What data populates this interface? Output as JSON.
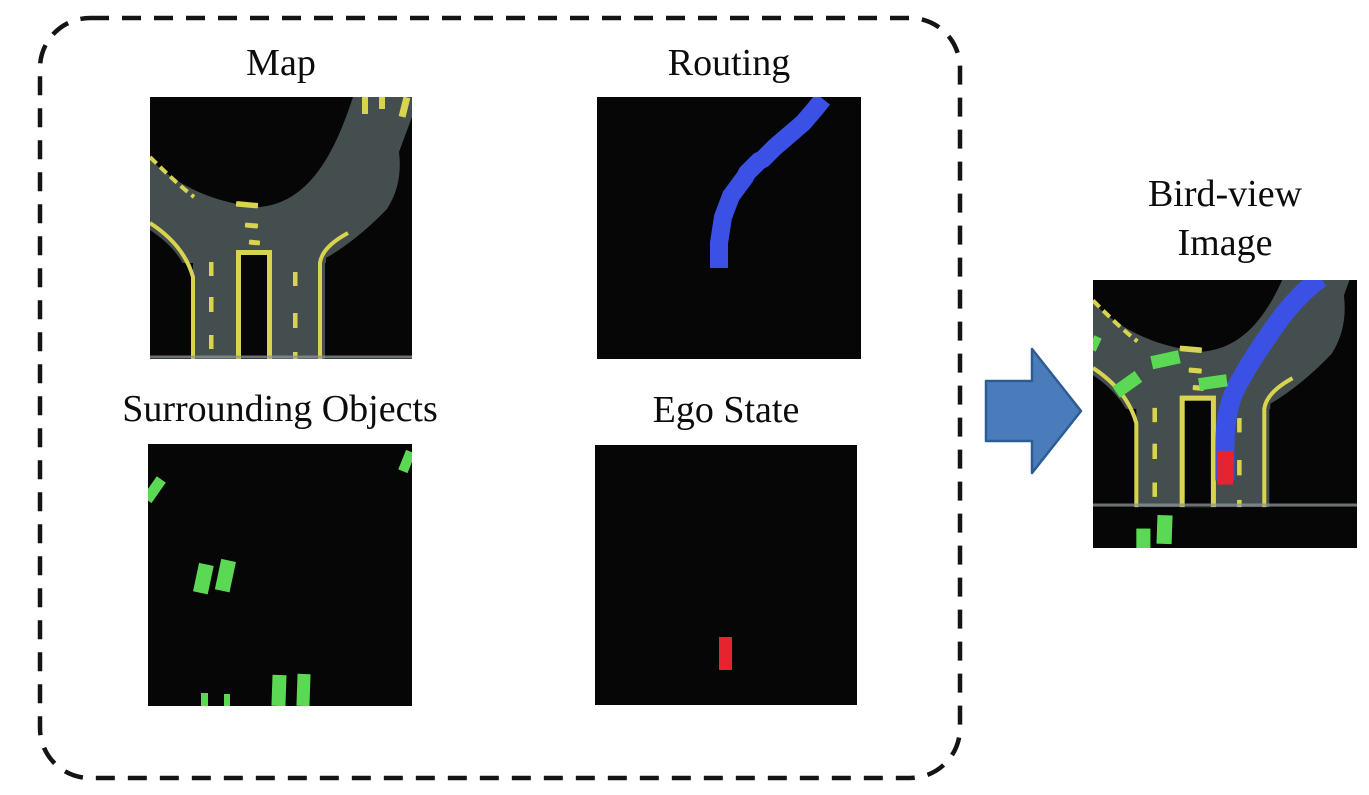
{
  "figure": {
    "input_box": {
      "panels": [
        {
          "id": "map",
          "title": "Map"
        },
        {
          "id": "routing",
          "title": "Routing"
        },
        {
          "id": "surrounding_objects",
          "title": "Surrounding Objects"
        },
        {
          "id": "ego_state",
          "title": "Ego State"
        }
      ]
    },
    "output": {
      "title": "Bird-view Image"
    },
    "colors": {
      "road": "#454e4e",
      "lane_marking": "#d9d44f",
      "routing_path": "#3b50e4",
      "surrounding_object": "#5cd954",
      "ego_vehicle": "#e62430",
      "panel_background": "#060606",
      "arrow_fill": "#4a7cbc",
      "arrow_border": "#2c5c92",
      "box_border": "#141414"
    }
  }
}
